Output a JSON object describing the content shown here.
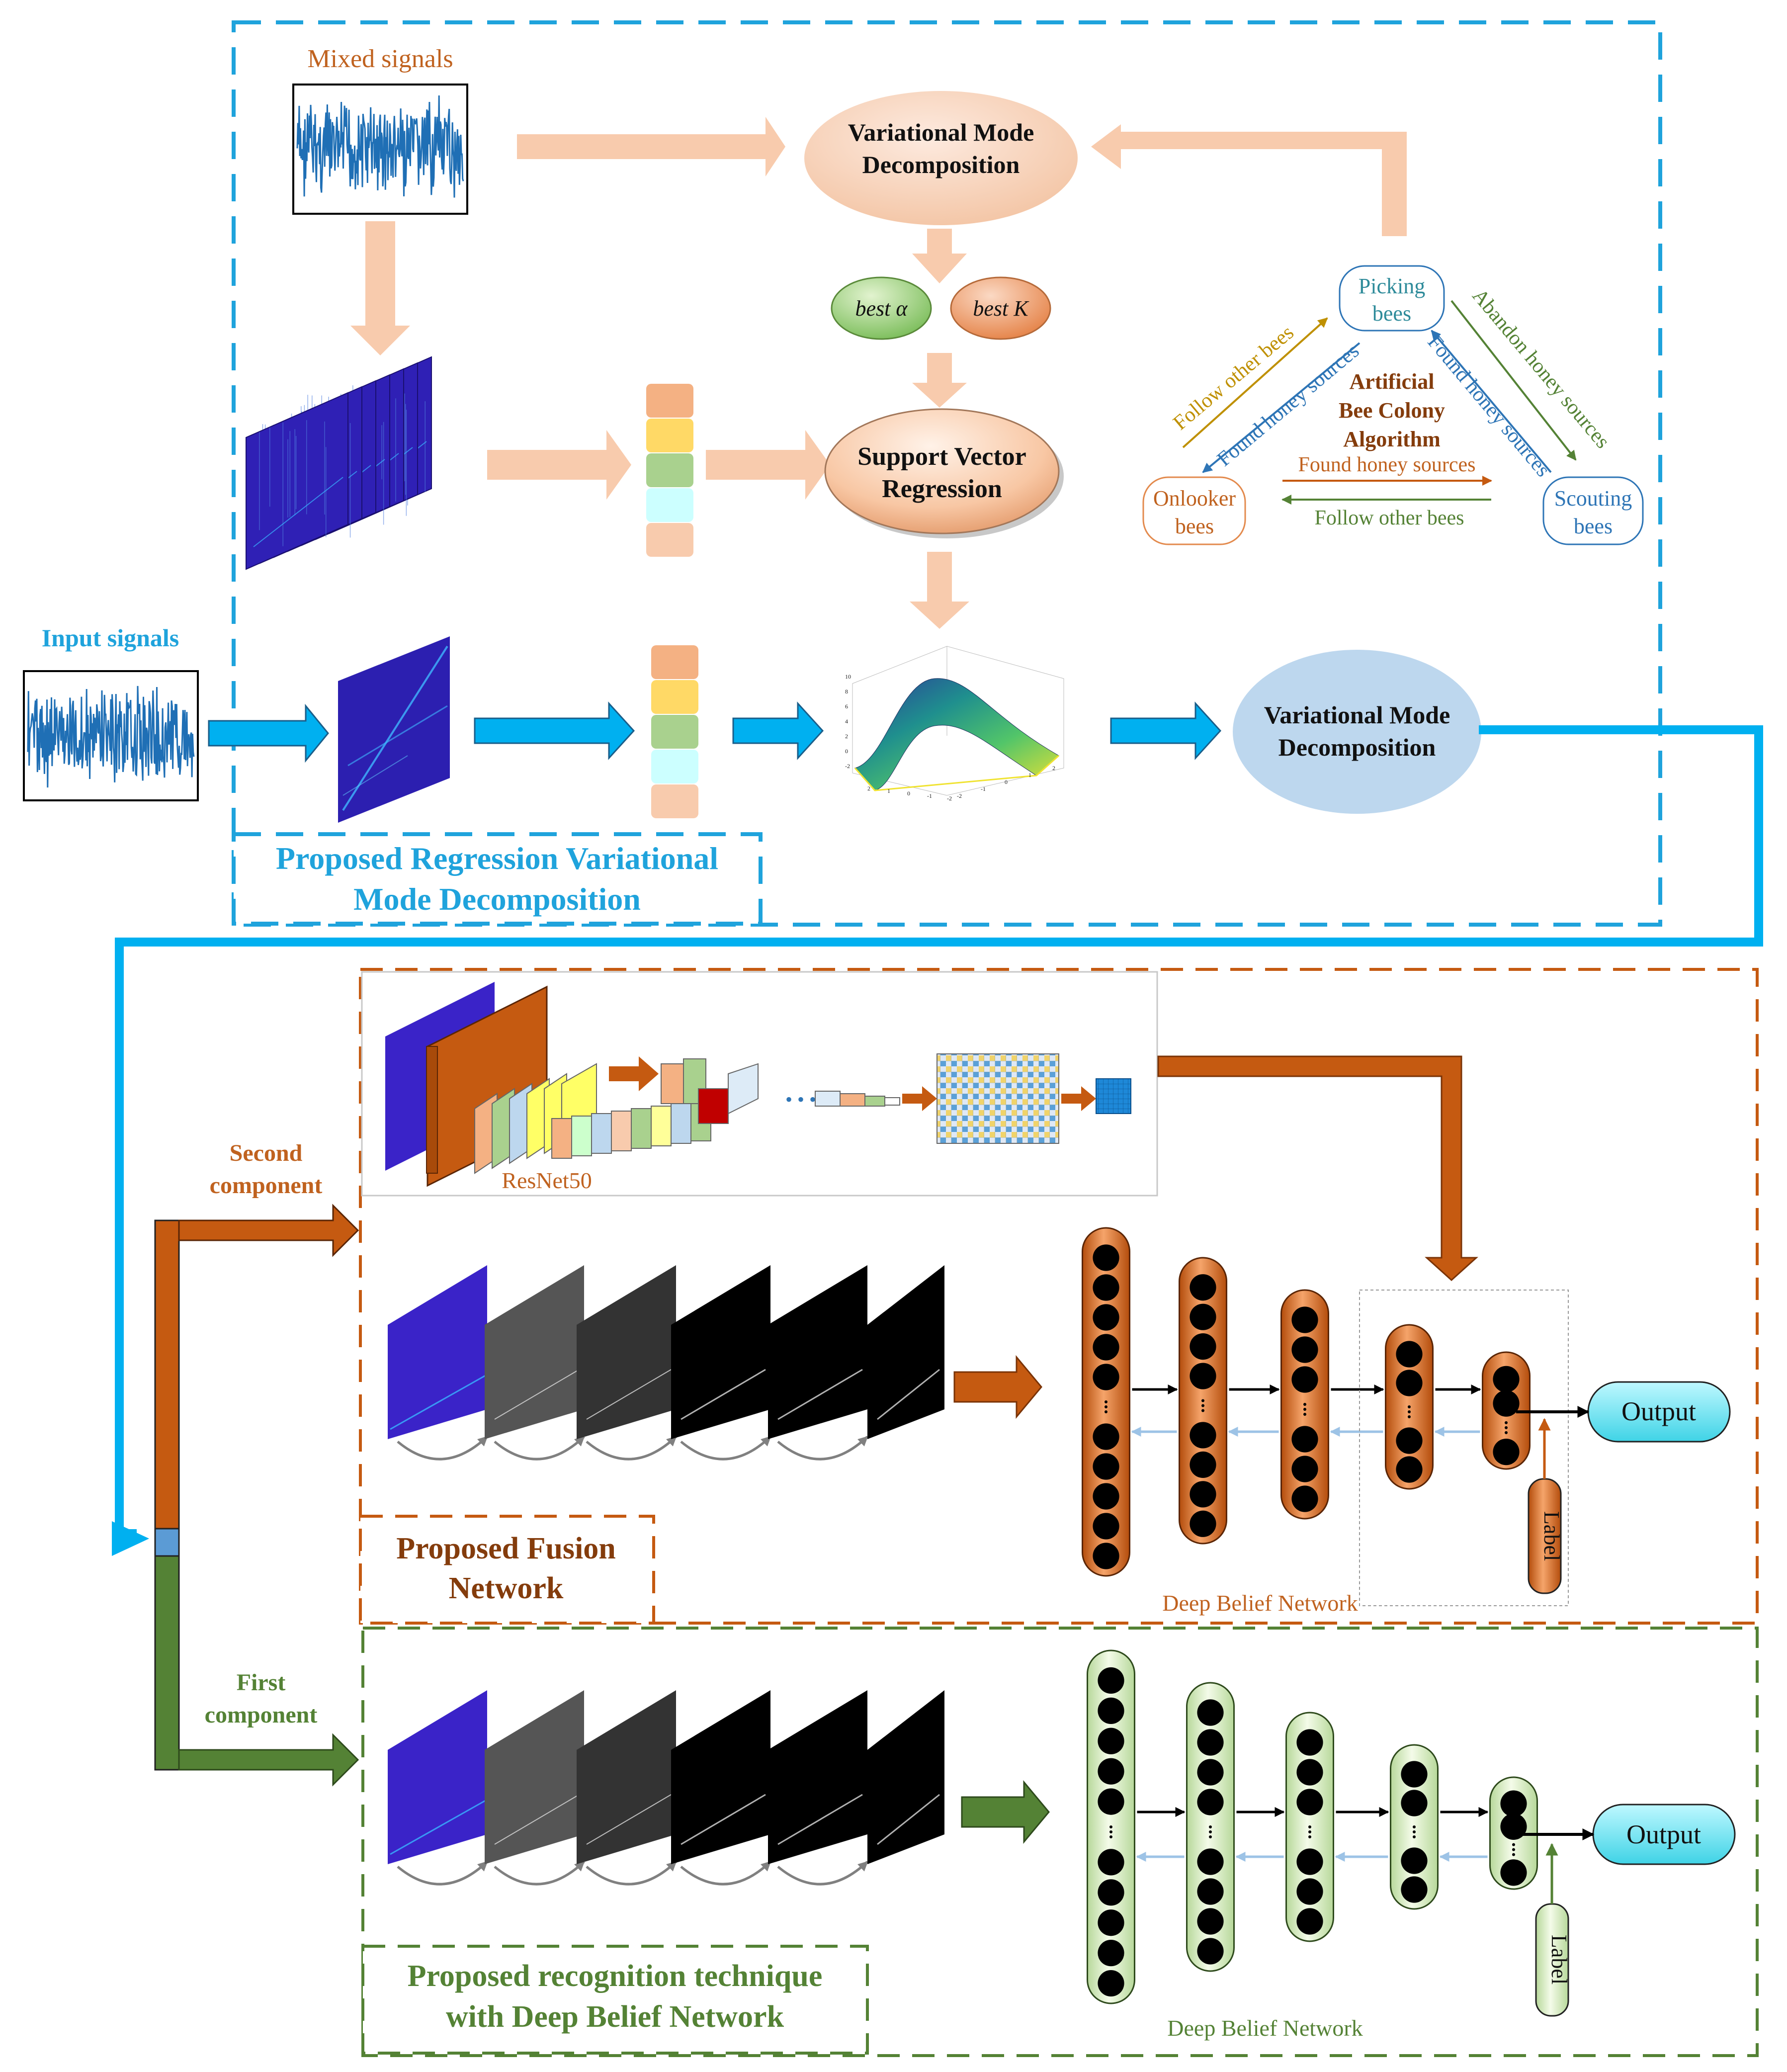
{
  "rvmd": {
    "mixed_signals_label": "Mixed signals",
    "input_signals_label": "Input signals",
    "vmd_top_line1": "Variational Mode",
    "vmd_top_line2": "Decomposition",
    "best_alpha": "best α",
    "best_k": "best K",
    "svr_line1": "Support Vector",
    "svr_line2": "Regression",
    "vmd_bottom_line1": "Variational Mode",
    "vmd_bottom_line2": "Decomposition",
    "title_line1": "Proposed Regression Variational",
    "title_line2": "Mode Decomposition",
    "surface_tick_z": [
      "10",
      "8",
      "6",
      "4",
      "2",
      "0",
      "-2"
    ],
    "surface_tick_x": [
      "2",
      "1",
      "0",
      "-1",
      "-2"
    ],
    "surface_tick_y": [
      "-2",
      "-1",
      "0",
      "1",
      "2"
    ]
  },
  "abc": {
    "picking_line1": "Picking",
    "picking_line2": "bees",
    "onlooker_line1": "Onlooker",
    "onlooker_line2": "bees",
    "scouting_line1": "Scouting",
    "scouting_line2": "bees",
    "center_line1": "Artificial",
    "center_line2": "Bee Colony",
    "center_line3": "Algorithm",
    "follow_other_bees_up": "Follow other bees",
    "found_honey_sources_left": "Found honey sources",
    "abandon_honey_sources": "Abandon honey sources",
    "found_honey_sources_right": "Found honey sources",
    "found_honey_sources_bottom": "Found honey sources",
    "follow_other_bees_bottom": "Follow other bees"
  },
  "fusion": {
    "second_component_line1": "Second",
    "second_component_line2": "component",
    "resnet_label": "ResNet50",
    "title_line1": "Proposed Fusion",
    "title_line2": "Network",
    "output_label": "Output",
    "label_text": "Label",
    "dbn_label": "Deep Belief Network"
  },
  "recognition": {
    "first_component_line1": "First",
    "first_component_line2": "component",
    "title_line1": "Proposed recognition technique",
    "title_line2": "with Deep Belief Network",
    "output_label": "Output",
    "label_text": "Label",
    "dbn_label": "Deep Belief Network"
  },
  "colors": {
    "blue_flow": "#00b0f0",
    "peach_arrow": "#f8cbad",
    "orange": "#c55a11",
    "green": "#548235",
    "title_blue": "#1fa3dc",
    "title_orange": "#c0621f",
    "abc_teal": "#2e8b9a",
    "abc_orange": "#c0621f",
    "abc_green": "#548235",
    "abc_blue": "#2e75b6",
    "abc_gold": "#bf9000"
  }
}
